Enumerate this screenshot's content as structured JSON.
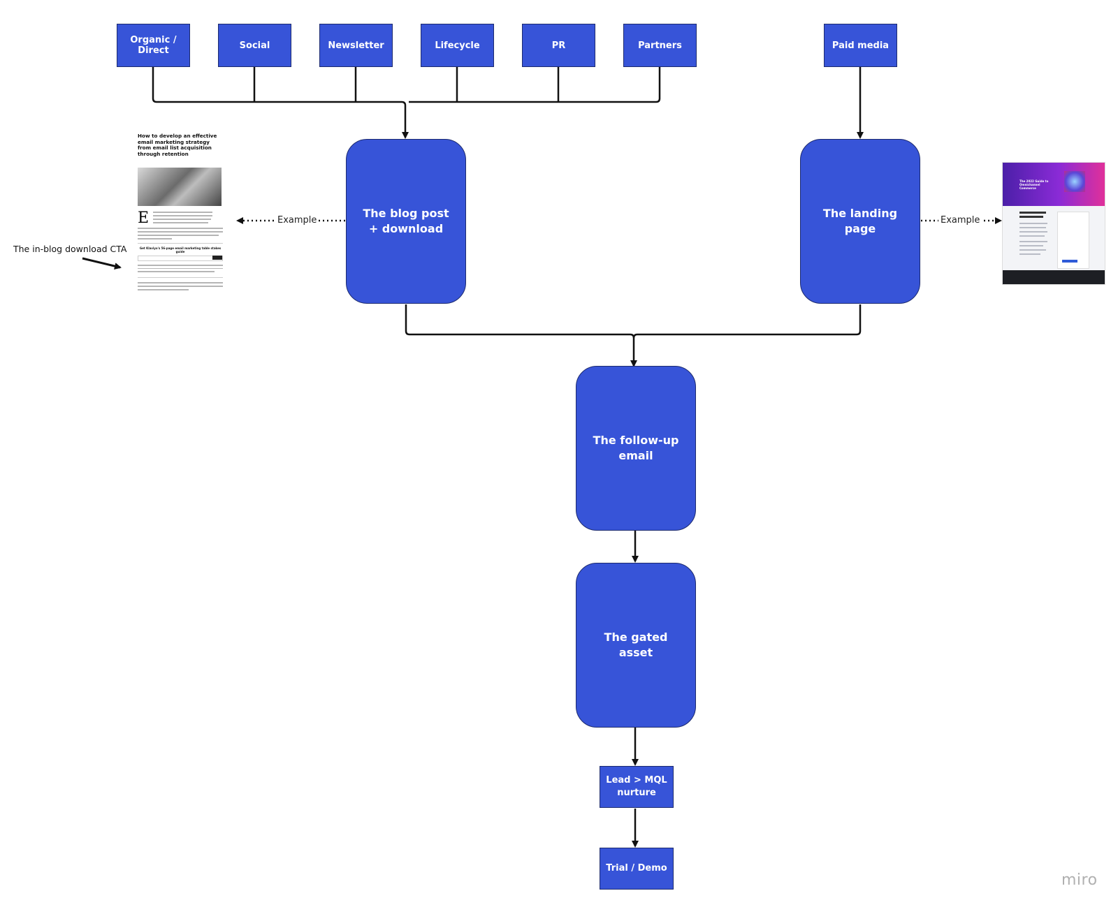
{
  "sources": [
    {
      "id": "organic",
      "label": "Organic / Direct"
    },
    {
      "id": "social",
      "label": "Social"
    },
    {
      "id": "newsletter",
      "label": "Newsletter"
    },
    {
      "id": "lifecycle",
      "label": "Lifecycle"
    },
    {
      "id": "pr",
      "label": "PR"
    },
    {
      "id": "partners",
      "label": "Partners"
    },
    {
      "id": "paid",
      "label": "Paid media"
    }
  ],
  "stages": {
    "blog_post": "The blog post + download",
    "landing_page": "The landing page",
    "follow_up_email": "The follow-up email",
    "gated_asset": "The gated asset",
    "nurture": "Lead > MQL nurture",
    "trial_demo": "Trial / Demo"
  },
  "edge_labels": {
    "blog_example": "Example",
    "landing_example": "Example"
  },
  "annotations": {
    "in_blog_cta": "The in-blog download CTA"
  },
  "blog_thumbnail": {
    "title": "How to develop an effective email marketing strategy from email list acquisition through retention",
    "cta_text": "Get Klaviyo's 56-page email marketing table stakes guide",
    "dropcap": "E"
  },
  "landing_thumbnail": {
    "headline": "The 2022 Guide to Omnichannel Commerce"
  },
  "brand": {
    "watermark": "miro",
    "node_color": "#3754d8"
  }
}
